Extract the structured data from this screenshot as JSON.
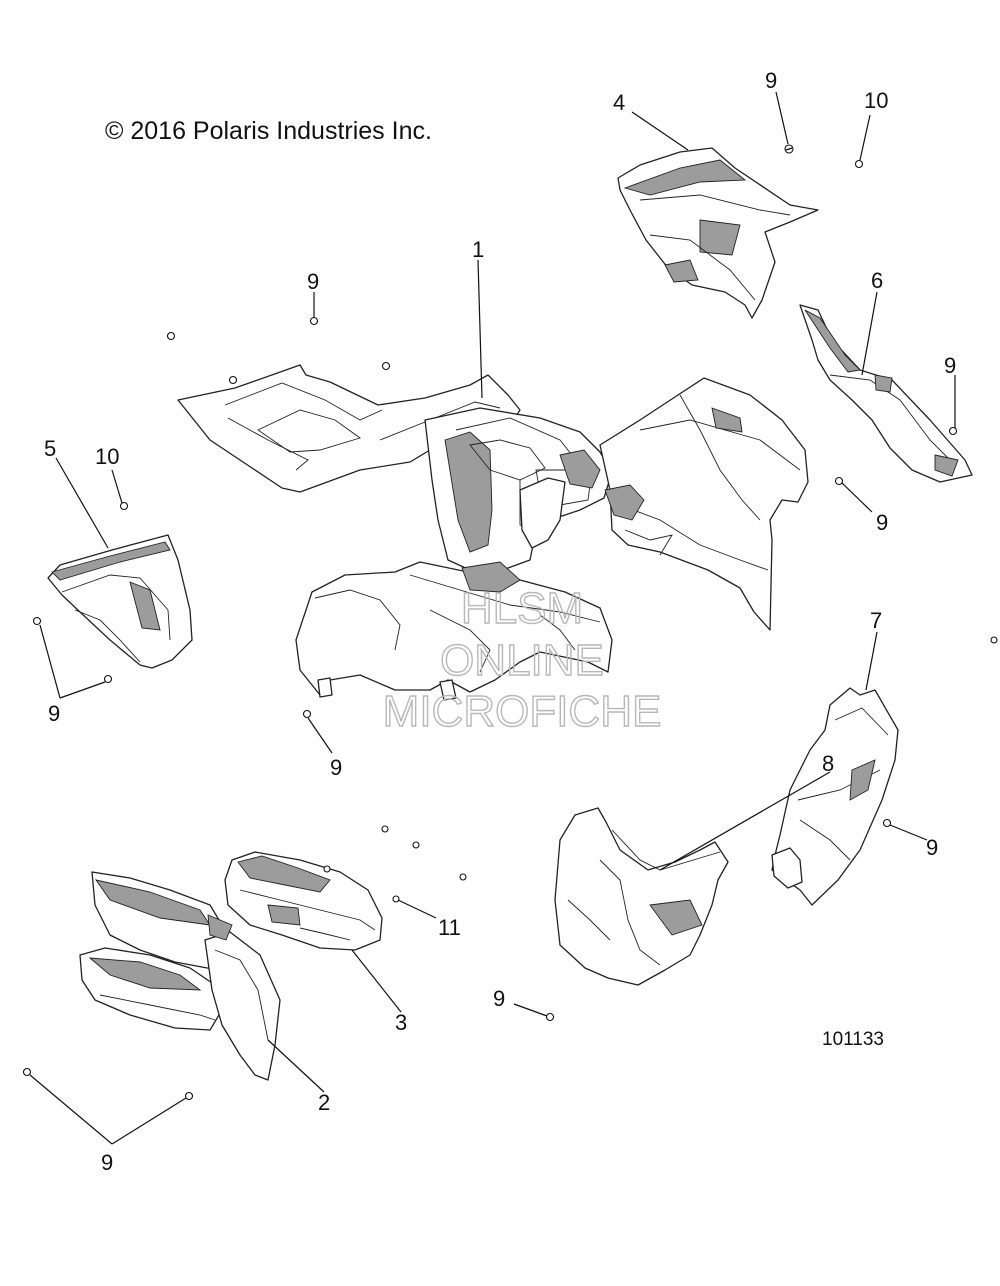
{
  "copyright": "© 2016 Polaris Industries Inc.",
  "figure_number": "101133",
  "watermark": {
    "line1": "HLSM",
    "line2": "ONLINE",
    "line3": "MICROFICHE"
  },
  "callouts": {
    "c1": "1",
    "c2": "2",
    "c3": "3",
    "c4": "4",
    "c5": "5",
    "c6": "6",
    "c7": "7",
    "c8": "8",
    "c9_top": "9",
    "c9_center": "9",
    "c9_right_upper": "9",
    "c9_right_mid": "9",
    "c9_left": "9",
    "c9_mid_left": "9",
    "c9_right_lower": "9",
    "c9_bottom_center": "9",
    "c9_bottom_left": "9",
    "c10_top": "10",
    "c10_left": "10",
    "c11": "11"
  }
}
